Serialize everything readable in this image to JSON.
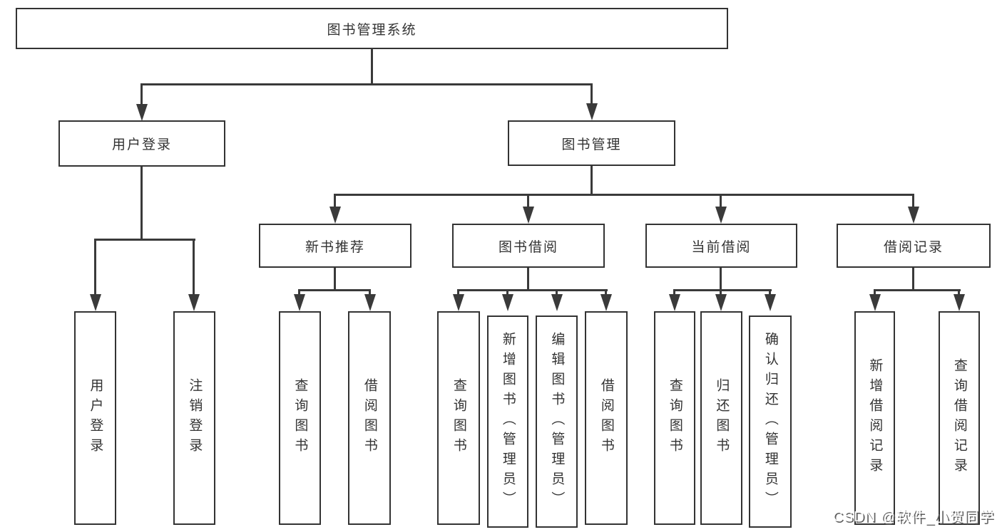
{
  "style": {
    "line_color": "#3a3a3a",
    "box_border_color": "#333333",
    "text_color": "#333333",
    "watermark_color": "#ffffff",
    "watermark_shadow": "#5f5f5f",
    "page_bg": "#ffffff"
  },
  "watermark": {
    "text": "CSDN @软件_小贺同学"
  },
  "tree": {
    "root": {
      "label": "图书管理系统"
    },
    "children": [
      {
        "label": "用户登录",
        "children": [
          {
            "label": "用户登录"
          },
          {
            "label": "注销登录"
          }
        ]
      },
      {
        "label": "图书管理",
        "children": [
          {
            "label": "新书推荐",
            "children": [
              {
                "label": "查询图书"
              },
              {
                "label": "借阅图书"
              }
            ]
          },
          {
            "label": "图书借阅",
            "children": [
              {
                "label": "查询图书"
              },
              {
                "label": "新增图书（管理员）"
              },
              {
                "label": "编辑图书（管理员）"
              },
              {
                "label": "借阅图书"
              }
            ]
          },
          {
            "label": "当前借阅",
            "children": [
              {
                "label": "查询图书"
              },
              {
                "label": "归还图书"
              },
              {
                "label": "确认归还（管理员）"
              }
            ]
          },
          {
            "label": "借阅记录",
            "children": [
              {
                "label": "新增借阅记录"
              },
              {
                "label": "查询借阅记录"
              }
            ]
          }
        ]
      }
    ]
  }
}
